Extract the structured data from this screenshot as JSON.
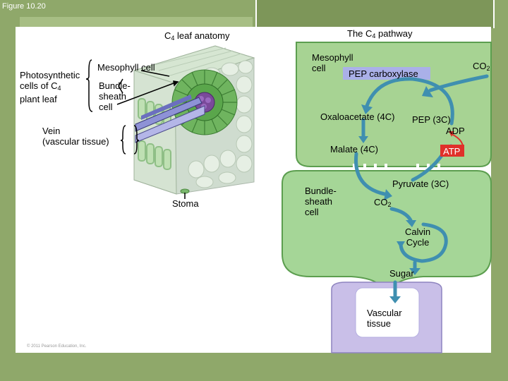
{
  "figure_label": "Figure 10.20",
  "left_panel": {
    "title_prefix": "C",
    "title_sub": "4",
    "title_suffix": " leaf anatomy",
    "photosynthetic_line1": "Photosynthetic",
    "photosynthetic_line2_prefix": "cells of C",
    "photosynthetic_line2_sub": "4",
    "photosynthetic_line3": "plant leaf",
    "mesophyll_cell": "Mesophyll cell",
    "bundle_sheath_line1": "Bundle-",
    "bundle_sheath_line2": "sheath",
    "bundle_sheath_line3": "cell",
    "vein_line1": "Vein",
    "vein_line2": "(vascular tissue)",
    "stoma": "Stoma"
  },
  "right_panel": {
    "title_prefix": "The C",
    "title_sub": "4",
    "title_suffix": " pathway",
    "mesophyll_line1": "Mesophyll",
    "mesophyll_line2": "cell",
    "pep_carboxylase": "PEP carboxylase",
    "co2_top_prefix": "CO",
    "co2_top_sub": "2",
    "oxaloacetate": "Oxaloacetate (4C)",
    "pep": "PEP (3C)",
    "adp": "ADP",
    "malate": "Malate (4C)",
    "atp": "ATP",
    "bundle_line1": "Bundle-",
    "bundle_line2": "sheath",
    "bundle_line3": "cell",
    "pyruvate": "Pyruvate (3C)",
    "co2_mid_prefix": "CO",
    "co2_mid_sub": "2",
    "calvin_line1": "Calvin",
    "calvin_line2": "Cycle",
    "sugar": "Sugar",
    "vascular_line1": "Vascular",
    "vascular_line2": "tissue"
  },
  "credit": "© 2011 Pearson Education, Inc.",
  "colors": {
    "frame": "#8fa86a",
    "cell_green": "#9fd08e",
    "cell_border": "#5c9e4f",
    "bundle_green": "#a8d69a",
    "arrow_blue": "#3f8fb0",
    "pep_box": "#a8aee6",
    "atp_red": "#e0302a",
    "vascular_purple": "#c8bde6"
  }
}
